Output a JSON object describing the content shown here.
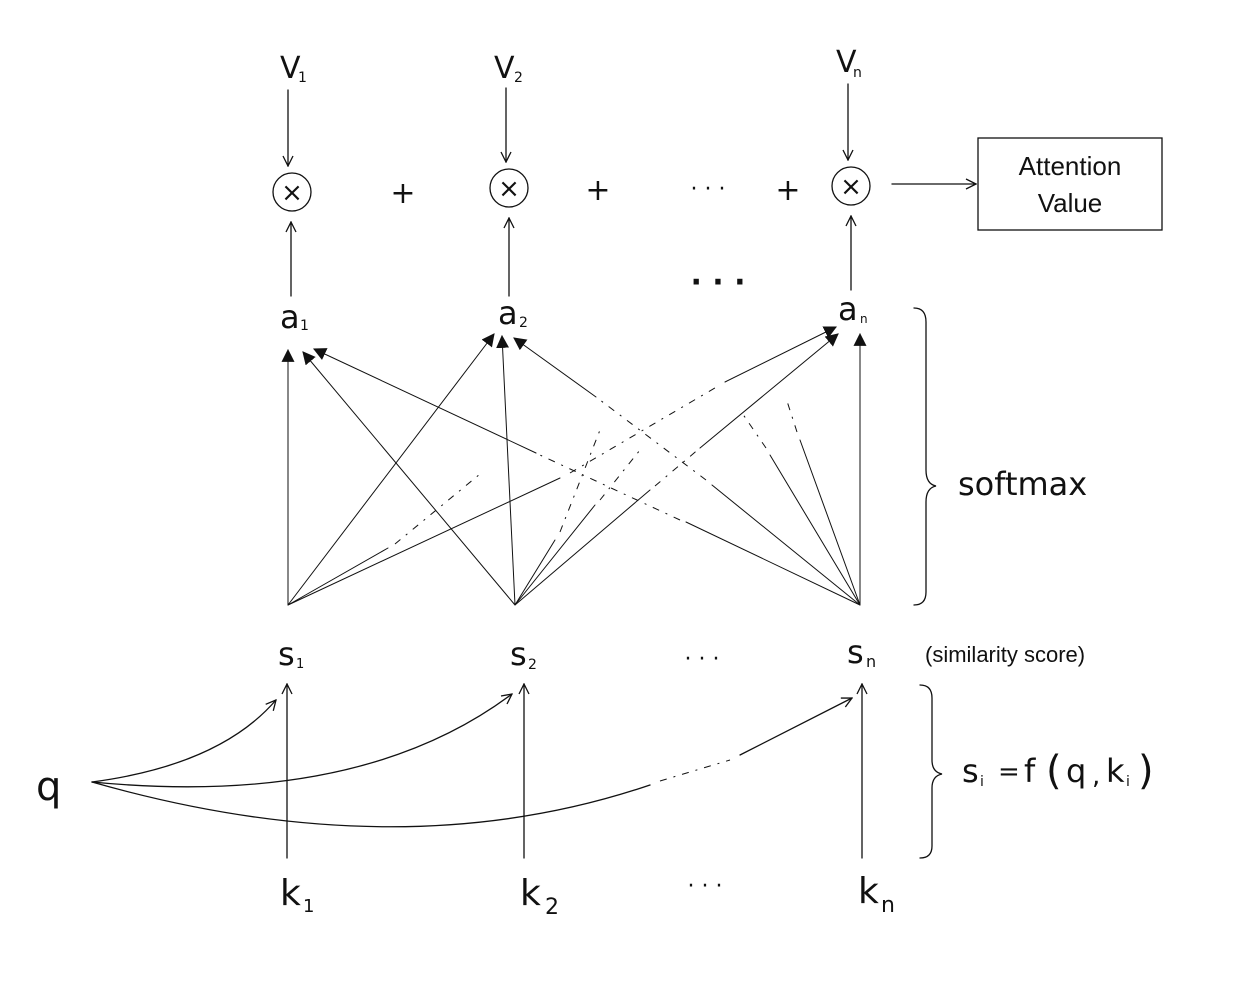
{
  "values": [
    {
      "main": "V",
      "sub": "1"
    },
    {
      "main": "V",
      "sub": "2"
    },
    {
      "main": "V",
      "sub": "n"
    }
  ],
  "weights": [
    {
      "main": "a",
      "sub": "1"
    },
    {
      "main": "a",
      "sub": "2"
    },
    {
      "main": "a",
      "sub": "n"
    }
  ],
  "scores": [
    {
      "main": "s",
      "sub": "1"
    },
    {
      "main": "s",
      "sub": "2"
    },
    {
      "main": "s",
      "sub": "n"
    }
  ],
  "keys": [
    {
      "main": "k",
      "sub": "1"
    },
    {
      "main": "k",
      "sub": "2"
    },
    {
      "main": "k",
      "sub": "n"
    }
  ],
  "query": "q",
  "multiply_symbol": "×",
  "plus_symbol": "+",
  "ellipsis": "· · ·",
  "output_box": {
    "line1": "Attention",
    "line2": "Value"
  },
  "softmax_label": "softmax",
  "similarity_label": "(similarity score)",
  "formula": {
    "lhs": "s",
    "lhs_sub": "i",
    "equals": "=",
    "func": "f",
    "open": "(",
    "q": "q",
    "comma": ",",
    "k": "k",
    "k_sub": "i",
    "close": ")"
  }
}
